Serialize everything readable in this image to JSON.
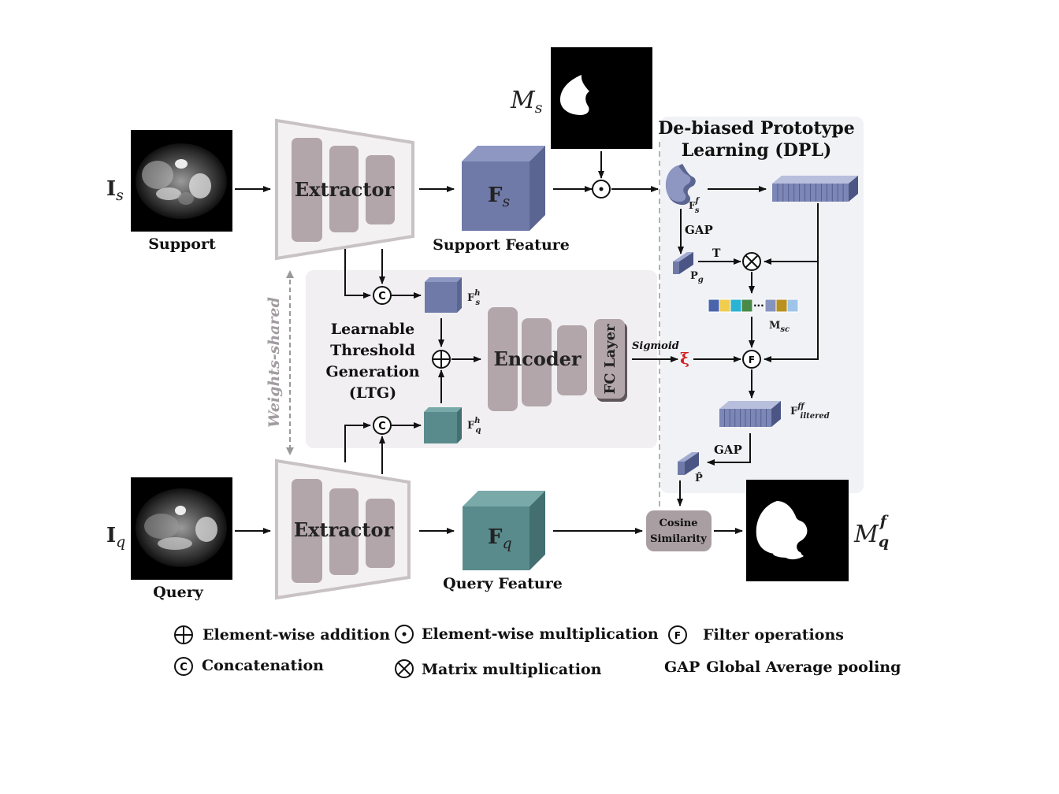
{
  "support": {
    "symbol": "I",
    "sub": "s",
    "caption": "Support"
  },
  "query": {
    "symbol": "I",
    "sub": "q",
    "caption": "Query"
  },
  "extractor_top": {
    "label": "Extractor"
  },
  "extractor_bottom": {
    "label": "Extractor"
  },
  "support_feature": {
    "symbol": "F",
    "sub": "s",
    "caption": "Support Feature"
  },
  "query_feature": {
    "symbol": "F",
    "sub": "q",
    "caption": "Query Feature"
  },
  "mask_support": {
    "symbol": "M",
    "sub": "s"
  },
  "mask_query": {
    "symbol": "M",
    "sup": "f",
    "sub": "q"
  },
  "weights_shared": "Weights-shared",
  "ltg": {
    "line1": "Learnable",
    "line2": "Threshold",
    "line3": "Generation",
    "line4": "(LTG)"
  },
  "fsh": {
    "symbol": "F",
    "sup": "h",
    "sub": "s"
  },
  "fqh": {
    "symbol": "F",
    "sup": "h",
    "sub": "q"
  },
  "encoder": "Encoder",
  "fc_layer": "FC Layer",
  "sigmoid": "Sigmoid",
  "xi": "ξ",
  "dpl": {
    "line1": "De-biased Prototype",
    "line2": "Learning (DPL)"
  },
  "fsf": {
    "symbol": "F",
    "sup": "f",
    "sub": "s"
  },
  "gap": "GAP",
  "pg": {
    "symbol": "P",
    "sub": "g"
  },
  "t_label": "T",
  "msc": {
    "symbol": "M",
    "sub": "sc",
    "dots": "···"
  },
  "f_filtered": {
    "symbol": "F",
    "sup": "f",
    "sub": "filtered"
  },
  "p_hat": "P̂",
  "cosine": {
    "line1": "Cosine",
    "line2": "Similarity"
  },
  "op_concat": "C",
  "op_filter": "F",
  "legend": {
    "addition": "Element-wise addition",
    "elem_mult": "Element-wise multiplication",
    "filter": "Filter operations",
    "concat": "Concatenation",
    "matrix": "Matrix multiplication",
    "gap_abbr": "GAP",
    "gap_full": "Global Average pooling"
  },
  "colors": {
    "support_blue": "#6f7aa8",
    "query_teal": "#5a8b8c",
    "extractor_bar": "#b3a6aa",
    "panel": "#f1f2f6",
    "ltg_panel": "#f1eff2",
    "cosine_box": "#a99ea1",
    "xi_red": "#d41e1e"
  },
  "msc_colors": [
    "#4a64ac",
    "#f0cd4f",
    "#2ab3d3",
    "#4a8a48",
    "#8593bf",
    "#b8911e",
    "#9ec4ea"
  ]
}
